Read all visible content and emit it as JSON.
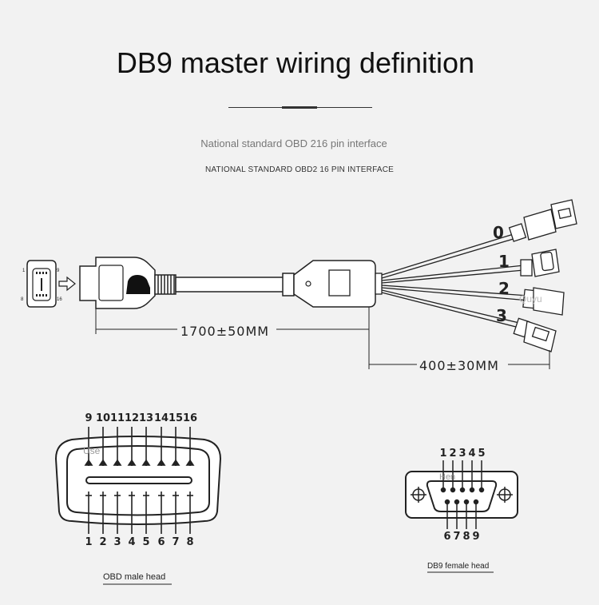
{
  "title": "DB9 master wiring definition",
  "subtitle_en": "National standard OBD 216 pin interface",
  "subtitle_caps": "NATIONAL STANDARD OBD2 16 PIN INTERFACE",
  "cable": {
    "main_length": "1700±50MM",
    "branch_length": "400±30MM",
    "branch_numbers": [
      "0",
      "1",
      "2",
      "3"
    ],
    "watermark": "Quyu"
  },
  "obd_head": {
    "caption": "OBD male head",
    "top_pins": [
      "9",
      "10",
      "11",
      "12",
      "13",
      "14",
      "15",
      "16"
    ],
    "bottom_pins": [
      "1",
      "2",
      "3",
      "4",
      "5",
      "6",
      "7",
      "8"
    ],
    "watermark": "Use"
  },
  "db9_head": {
    "caption": "DB9 female head",
    "top_pins": [
      "1",
      "2",
      "3",
      "4",
      "5"
    ],
    "bottom_pins": [
      "6",
      "7",
      "8",
      "9"
    ],
    "watermark": "Hen"
  },
  "icon": {
    "pin_labels": [
      "1",
      "9",
      "8",
      "16"
    ]
  }
}
